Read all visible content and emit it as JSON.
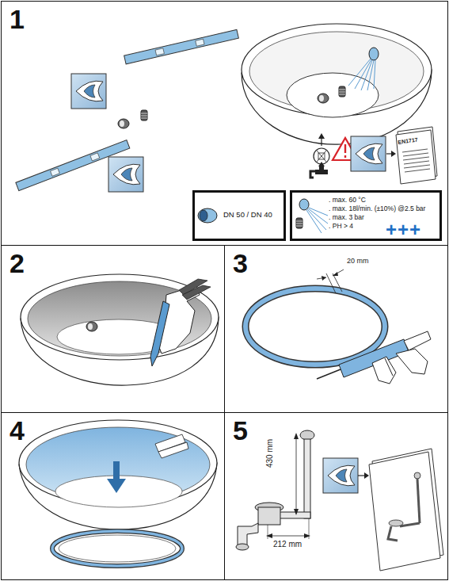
{
  "diagram": {
    "nodes": [
      {
        "text": [
          "1"
        ]
      },
      {
        "text": [
          "2"
        ]
      },
      {
        "text": [
          "3"
        ]
      },
      {
        "text": [
          "4"
        ]
      },
      {
        "text": [
          "5"
        ]
      },
      {
        "text": [
          "DN 50 / DN 40"
        ],
        "in": 0
      },
      {
        "text": [
          ". max. 60 °C",
          ". max. 18l/min. (±10%) @2.5 bar",
          ". max. 3 bar",
          ". PH > 4",
          "+++"
        ],
        "in": 0
      }
    ],
    "labels": [
      "EN1717",
      "20 mm",
      "430 mm",
      "212 mm"
    ]
  }
}
